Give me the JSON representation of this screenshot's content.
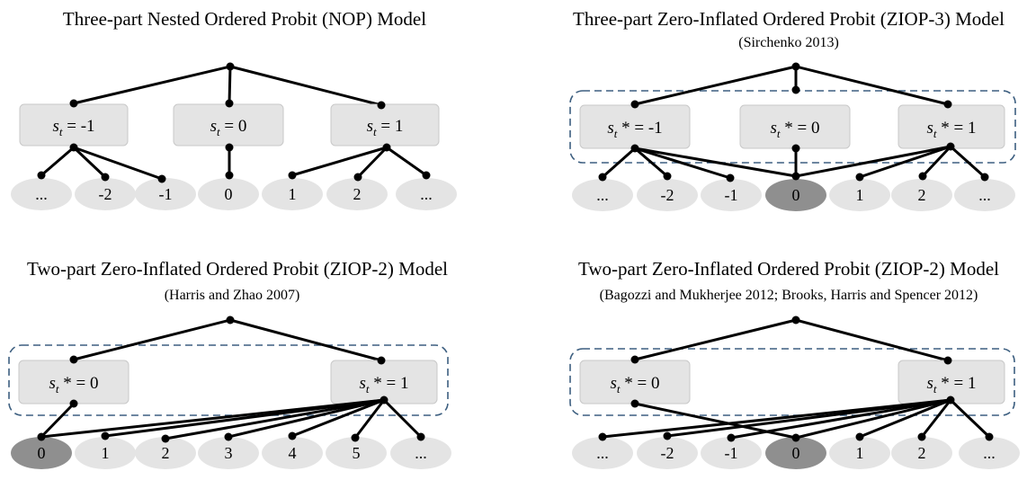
{
  "colors": {
    "box_fill": "#e4e4e4",
    "box_border": "#c9c9c9",
    "oval_fill": "#e4e4e4",
    "oval_highlight": "#8f8f8f",
    "dashed": "#3d5f80",
    "line": "#000000"
  },
  "panels": [
    {
      "title": "Three-part Nested Ordered Probit (NOP) Model",
      "subtitle": "",
      "boxes": [
        {
          "sym": "s",
          "sub": "t",
          "rest": "= -1"
        },
        {
          "sym": "s",
          "sub": "t",
          "rest": "= 0"
        },
        {
          "sym": "s",
          "sub": "t",
          "rest": "= 1"
        }
      ],
      "outcomes": [
        "...",
        "-2",
        "-1",
        "0",
        "1",
        "2",
        "..."
      ]
    },
    {
      "title": "Three-part Zero-Inflated Ordered Probit (ZIOP-3) Model",
      "subtitle": "(Sirchenko 2013)",
      "boxes": [
        {
          "sym": "s",
          "sub": "t",
          "rest": "* = -1"
        },
        {
          "sym": "s",
          "sub": "t",
          "rest": "* = 0"
        },
        {
          "sym": "s",
          "sub": "t",
          "rest": "* = 1"
        }
      ],
      "outcomes": [
        "...",
        "-2",
        "-1",
        "0",
        "1",
        "2",
        "..."
      ]
    },
    {
      "title": "Two-part Zero-Inflated Ordered Probit (ZIOP-2) Model",
      "subtitle": "(Harris and Zhao 2007)",
      "boxes": [
        {
          "sym": "s",
          "sub": "t",
          "rest": "* = 0"
        },
        {
          "sym": "s",
          "sub": "t",
          "rest": "* = 1"
        }
      ],
      "outcomes": [
        "0",
        "1",
        "2",
        "3",
        "4",
        "5",
        "..."
      ]
    },
    {
      "title": "Two-part Zero-Inflated Ordered Probit (ZIOP-2) Model",
      "subtitle": "(Bagozzi and Mukherjee 2012; Brooks, Harris and Spencer 2012)",
      "boxes": [
        {
          "sym": "s",
          "sub": "t",
          "rest": "* = 0"
        },
        {
          "sym": "s",
          "sub": "t",
          "rest": "* = 1"
        }
      ],
      "outcomes": [
        "...",
        "-2",
        "-1",
        "0",
        "1",
        "2",
        "..."
      ]
    }
  ]
}
